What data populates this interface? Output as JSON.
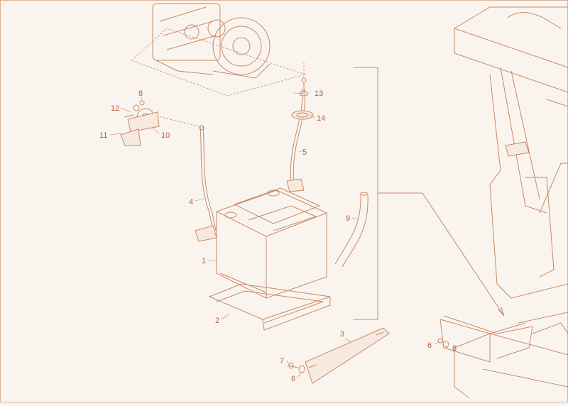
{
  "diagram": {
    "callouts": [
      {
        "id": "c1",
        "label": "1"
      },
      {
        "id": "c2",
        "label": "2"
      },
      {
        "id": "c3",
        "label": "3"
      },
      {
        "id": "c4",
        "label": "4"
      },
      {
        "id": "c5",
        "label": "5"
      },
      {
        "id": "c6a",
        "label": "6"
      },
      {
        "id": "c6b",
        "label": "6"
      },
      {
        "id": "c7",
        "label": "7"
      },
      {
        "id": "c8a",
        "label": "8"
      },
      {
        "id": "c8b",
        "label": "8"
      },
      {
        "id": "c9",
        "label": "9"
      },
      {
        "id": "c10",
        "label": "10"
      },
      {
        "id": "c11",
        "label": "11"
      },
      {
        "id": "c12",
        "label": "12"
      },
      {
        "id": "c13",
        "label": "13"
      },
      {
        "id": "c14",
        "label": "14"
      }
    ]
  },
  "colors": {
    "line": "#c88a66",
    "text": "#b3603c",
    "background": "#faf4ef"
  }
}
